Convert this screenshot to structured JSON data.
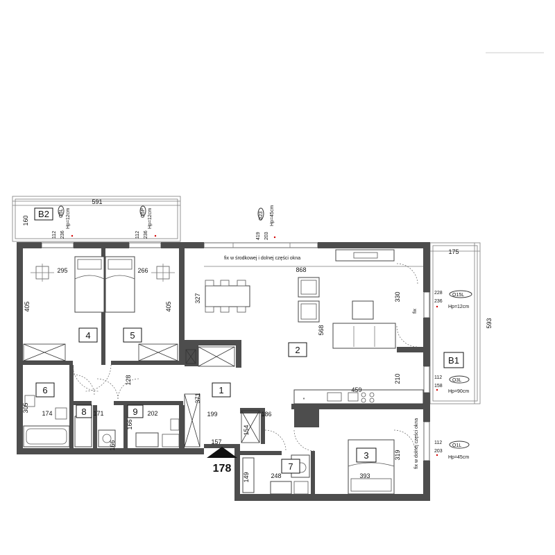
{
  "rooms": {
    "r1": "1",
    "r2": "2",
    "r3": "3",
    "r4": "4",
    "r5": "5",
    "r6": "6",
    "r7": "7",
    "r8": "8",
    "r9": "9"
  },
  "balconies": {
    "b1": "B1",
    "b2": "B2"
  },
  "dimensions": {
    "d591": "591",
    "d160": "160",
    "d175": "175",
    "d593": "593",
    "d295": "295",
    "d266": "266",
    "d405a": "405",
    "d405b": "405",
    "d868": "868",
    "d327": "327",
    "d330": "330",
    "d568": "568",
    "d459": "459",
    "d210": "210",
    "d128": "128",
    "d371": "371",
    "d199": "199",
    "d186": "186",
    "d305": "305",
    "d174": "174",
    "d171": "171",
    "d202": "202",
    "d166a": "166",
    "d166b": "166",
    "d157": "157",
    "d154": "154",
    "d149": "149",
    "d248": "248",
    "d319": "319",
    "d393": "393"
  },
  "windows": {
    "o5l": {
      "code": "O5L",
      "hp": "Hp=12cm",
      "w": "112",
      "h": "236"
    },
    "o5p": {
      "code": "O5P",
      "hp": "Hp=12cm",
      "w": "112",
      "h": "236"
    },
    "o23": {
      "code": "O23",
      "hp": "Hp=45cm",
      "w": "419",
      "h": "203"
    },
    "o15l": {
      "code": "O15L",
      "hp": "Hp=12cm",
      "w": "228",
      "h": "236"
    },
    "o3l": {
      "code": "O3L",
      "hp": "Hp=90cm",
      "w": "112",
      "h": "158"
    },
    "o1l": {
      "code": "O1L",
      "hp": "Hp=45cm",
      "w": "112",
      "h": "203"
    }
  },
  "notes": {
    "fix_mid": "fix w środkowej i dolnej części okna",
    "fix_low": "fix w dolnej części okna",
    "fix_short": "fix"
  },
  "entrance": {
    "label": "178"
  }
}
